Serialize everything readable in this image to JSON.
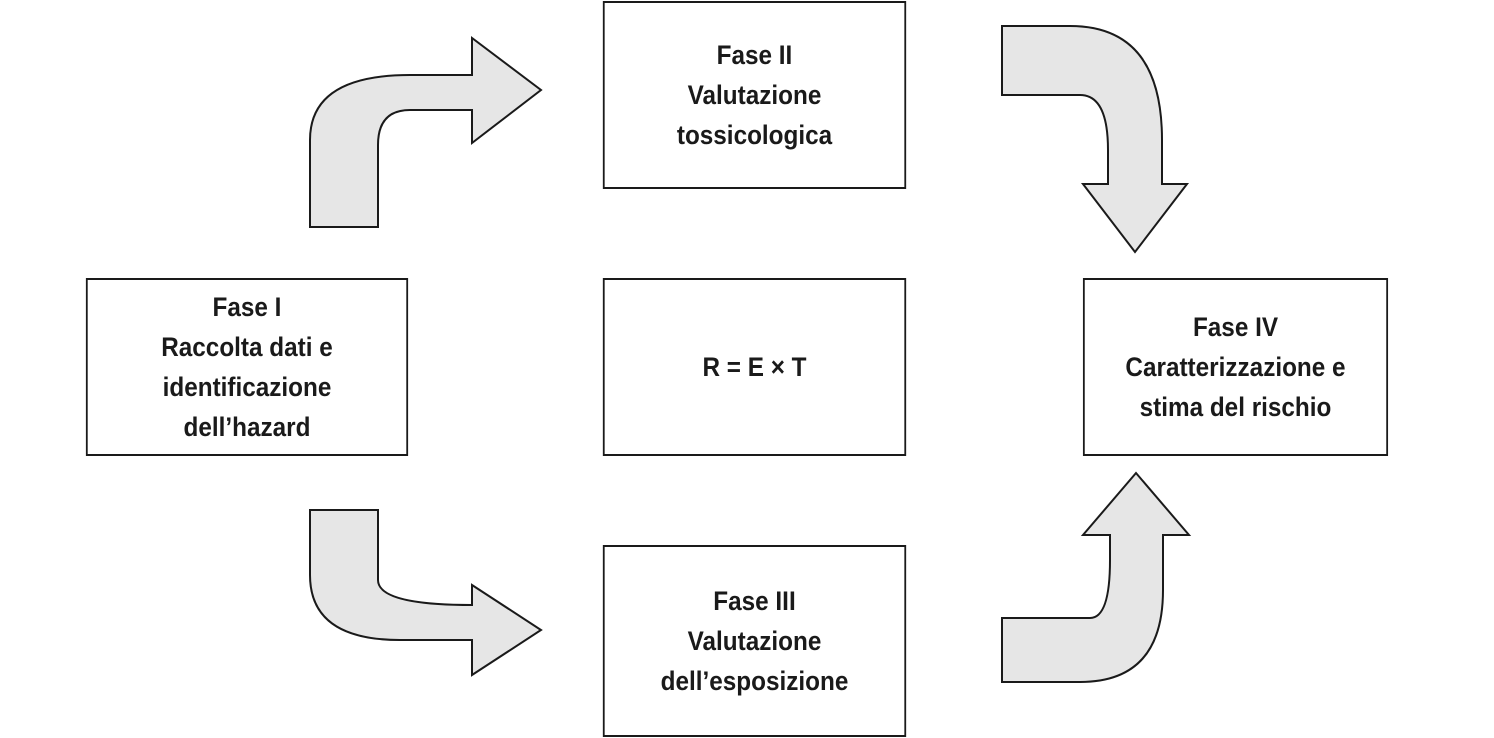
{
  "phases": {
    "phase_1": {
      "title": "Fase I",
      "line_1": "Raccolta dati e",
      "line_2": "identificazione",
      "line_3": "dell’hazard"
    },
    "phase_2": {
      "title": "Fase II",
      "line_1": "Valutazione",
      "line_2": "tossicologica"
    },
    "phase_3": {
      "title": "Fase III",
      "line_1": "Valutazione",
      "line_2": "dell’esposizione"
    },
    "phase_4": {
      "title": "Fase IV",
      "line_1": "Caratterizzazione e",
      "line_2": "stima del rischio"
    }
  },
  "center": {
    "formula": "R = E × T"
  },
  "colors": {
    "arrow_fill": "#e6e6e6",
    "stroke": "#1a1a1a",
    "text": "#1a1a1a"
  }
}
